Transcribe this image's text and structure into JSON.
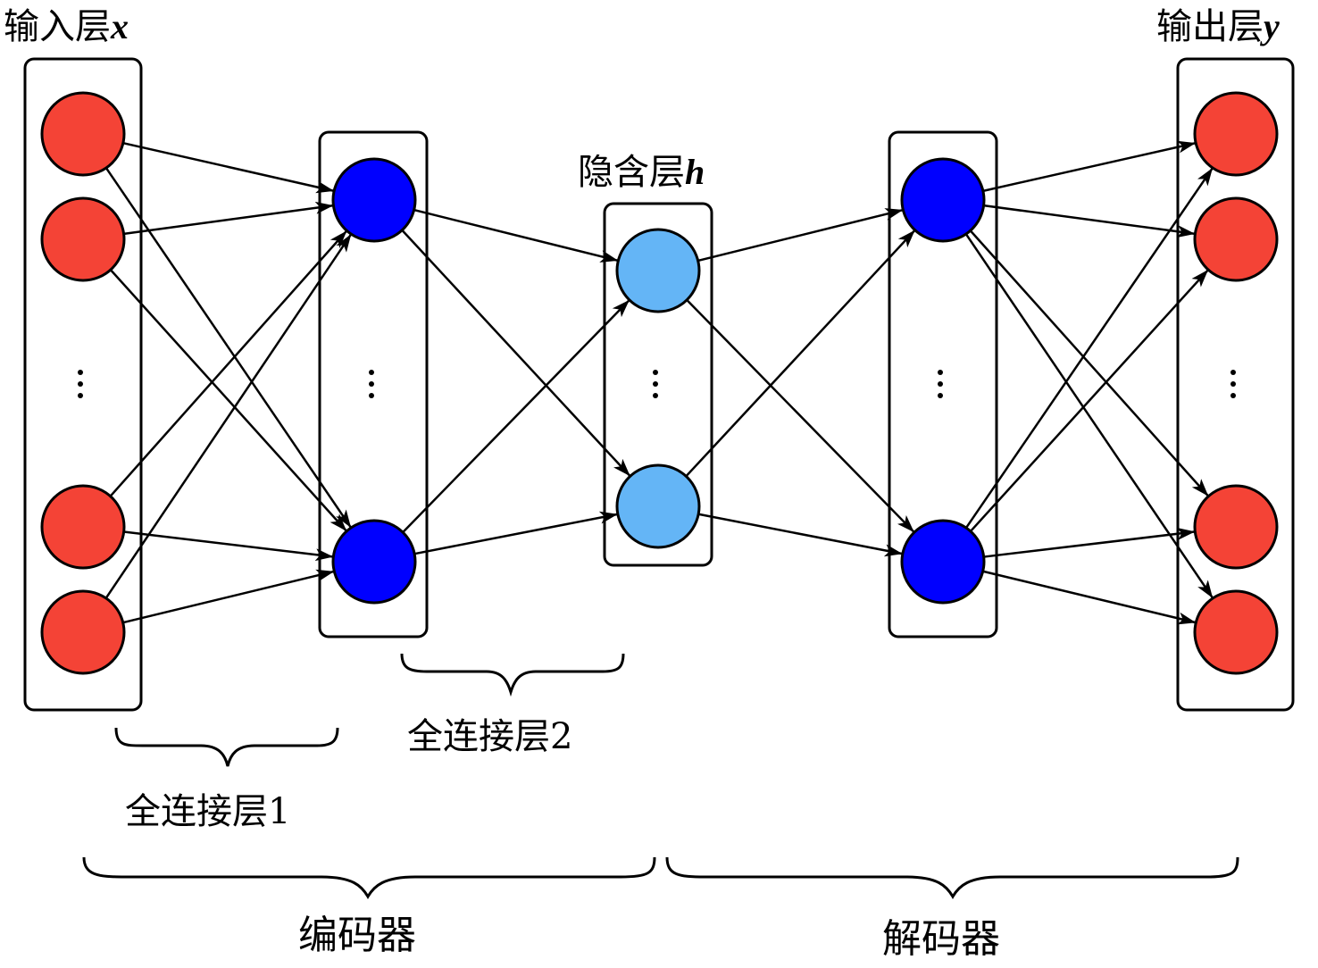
{
  "title": "Autoencoder network structure",
  "layers": [
    {
      "id": "input",
      "label": "输入层",
      "symbol": "x",
      "node_color": "#f44336",
      "nodes": 4
    },
    {
      "id": "encoder-hidden",
      "label": "",
      "symbol": "",
      "node_color": "#0000ff",
      "nodes": 2
    },
    {
      "id": "hidden",
      "label": "隐含层",
      "symbol": "h",
      "node_color": "#64b5f6",
      "nodes": 2
    },
    {
      "id": "decoder-hidden",
      "label": "",
      "symbol": "",
      "node_color": "#0000ff",
      "nodes": 2
    },
    {
      "id": "output",
      "label": "输出层",
      "symbol": "y",
      "node_color": "#f44336",
      "nodes": 4
    }
  ],
  "labels": {
    "input_layer": "输入层",
    "input_symbol": "x",
    "output_layer": "输出层",
    "output_symbol": "y",
    "hidden_layer": "隐含层",
    "hidden_symbol": "h",
    "fc1": "全连接层1",
    "fc2": "全连接层2",
    "encoder": "编码器",
    "decoder": "解码器"
  },
  "colors": {
    "red_node": "#f44336",
    "blue_node": "#0000ff",
    "light_blue_node": "#64b5f6",
    "stroke": "#000000"
  }
}
